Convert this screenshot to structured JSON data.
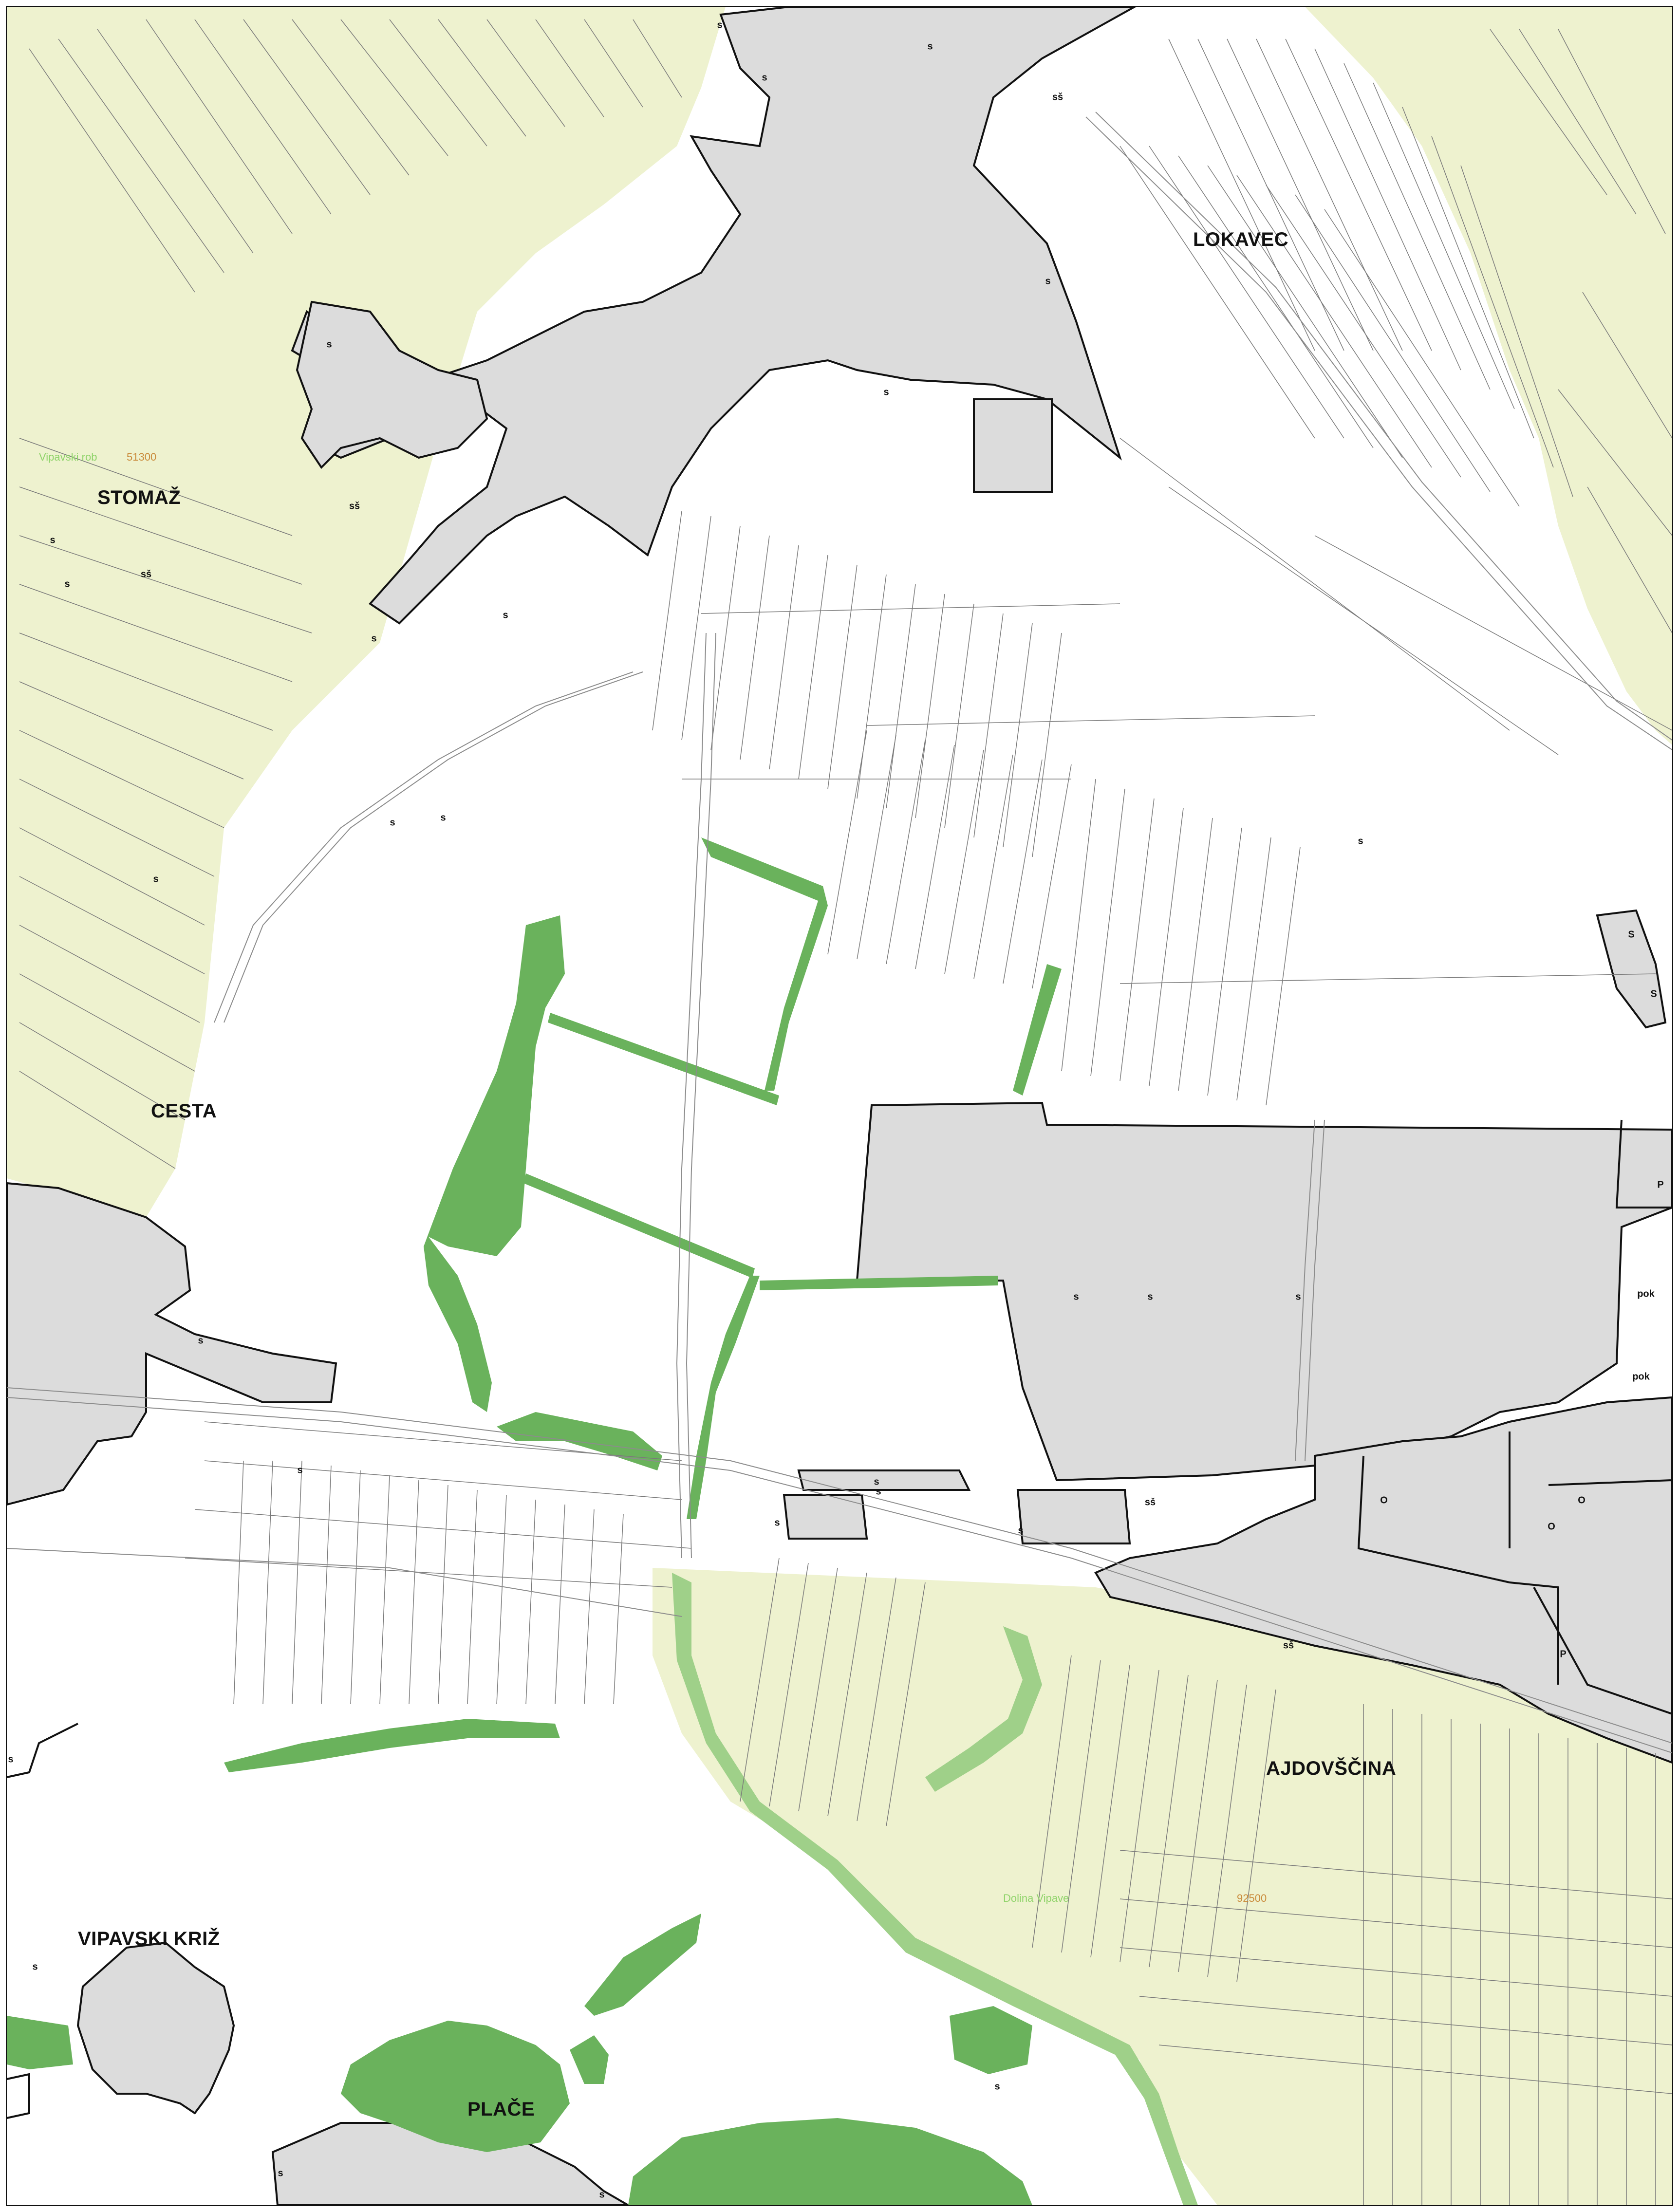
{
  "settlements": [
    {
      "id": "lokavec",
      "name": "LOKAVEC"
    },
    {
      "id": "stomaz",
      "name": "STOMAŽ"
    },
    {
      "id": "cesta",
      "name": "CESTA"
    },
    {
      "id": "ajdovscina",
      "name": "AJDOVŠČINA"
    },
    {
      "id": "vipavski-kriz",
      "name": "VIPAVSKI KRIŽ"
    },
    {
      "id": "place",
      "name": "PLAČE"
    }
  ],
  "regions": [
    {
      "id": "vipavski-rob",
      "name": "Vipavski rob",
      "code": "51300"
    },
    {
      "id": "dolina-vipave",
      "name": "Dolina Vipave",
      "code": "92500"
    }
  ],
  "markers": [
    {
      "id": "m01",
      "text": "s"
    },
    {
      "id": "m02",
      "text": "s"
    },
    {
      "id": "m03",
      "text": "sš"
    },
    {
      "id": "m04",
      "text": "s"
    },
    {
      "id": "m05",
      "text": "s"
    },
    {
      "id": "m06",
      "text": "sš"
    },
    {
      "id": "m07",
      "text": "s"
    },
    {
      "id": "m08",
      "text": "s"
    },
    {
      "id": "m09",
      "text": "sš"
    },
    {
      "id": "m10",
      "text": "s"
    },
    {
      "id": "m11",
      "text": "s"
    },
    {
      "id": "m12",
      "text": "s"
    },
    {
      "id": "m13",
      "text": "s"
    },
    {
      "id": "m14",
      "text": "s"
    },
    {
      "id": "m15",
      "text": "s"
    },
    {
      "id": "m16",
      "text": "s"
    },
    {
      "id": "m17",
      "text": "S"
    },
    {
      "id": "m18",
      "text": "S"
    },
    {
      "id": "m19",
      "text": "s"
    },
    {
      "id": "m20",
      "text": "s"
    },
    {
      "id": "m21",
      "text": "s"
    },
    {
      "id": "m22",
      "text": "P"
    },
    {
      "id": "m23",
      "text": "pok"
    },
    {
      "id": "m24",
      "text": "pok"
    },
    {
      "id": "m25",
      "text": "s"
    },
    {
      "id": "m26",
      "text": "s"
    },
    {
      "id": "m27",
      "text": "s"
    },
    {
      "id": "m28",
      "text": "s"
    },
    {
      "id": "m29",
      "text": "sš"
    },
    {
      "id": "m30",
      "text": "s"
    },
    {
      "id": "m31",
      "text": "O"
    },
    {
      "id": "m32",
      "text": "O"
    },
    {
      "id": "m33",
      "text": "O"
    },
    {
      "id": "m34",
      "text": "sš"
    },
    {
      "id": "m35",
      "text": "P"
    },
    {
      "id": "m36",
      "text": "s"
    },
    {
      "id": "m37",
      "text": "s"
    },
    {
      "id": "m38",
      "text": "s"
    },
    {
      "id": "m39",
      "text": "s"
    },
    {
      "id": "m40",
      "text": "s"
    },
    {
      "id": "m41",
      "text": "s"
    },
    {
      "id": "m42",
      "text": "s"
    }
  ],
  "colors": {
    "hills": "#eef2cf",
    "plain": "#eef2cf",
    "urban": "#dcdcdc",
    "forest": "#6ab25c",
    "forest_light": "#9fd089",
    "parcel_line": "#7a7a7a",
    "boundary": "#111111",
    "road": "#ffffff"
  }
}
